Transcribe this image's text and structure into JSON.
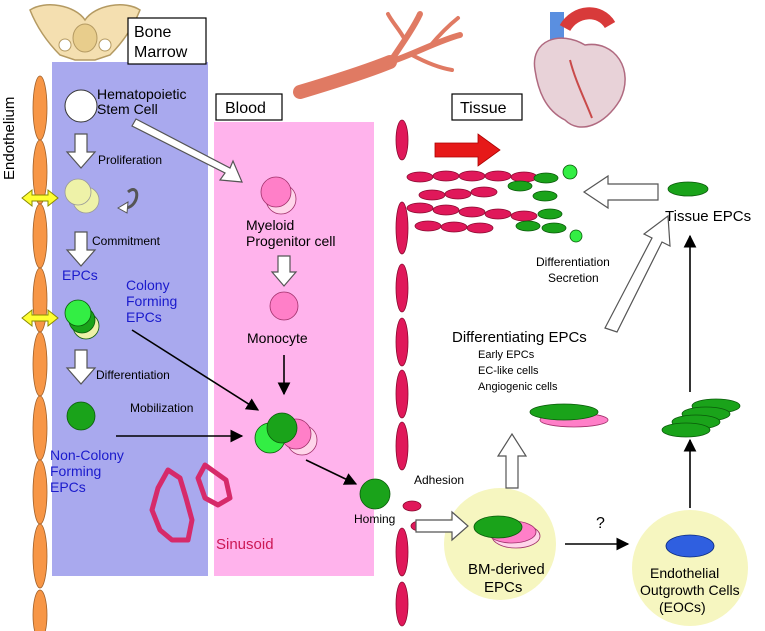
{
  "regions": {
    "endothelium": "Endothelium",
    "bone_marrow_line1": "Bone",
    "bone_marrow_line2": "Marrow",
    "blood": "Blood",
    "tissue": "Tissue",
    "sinusoid": "Sinusoid"
  },
  "marrow": {
    "hsc_line1": "Hematopoietic",
    "hsc_line2": "Stem Cell",
    "proliferation": "Proliferation",
    "commitment": "Commitment",
    "epcs": "EPCs",
    "colony_line1": "Colony",
    "colony_line2": "Forming",
    "colony_line3": "EPCs",
    "differentiation": "Differentiation",
    "mobilization": "Mobilization",
    "noncolony_line1": "Non-Colony",
    "noncolony_line2": "Forming",
    "noncolony_line3": "EPCs"
  },
  "blood": {
    "myeloid_line1": "Myeloid",
    "myeloid_line2": "Progenitor cell",
    "monocyte": "Monocyte",
    "homing": "Homing",
    "adhesion": "Adhesion"
  },
  "tissue": {
    "tissue_epcs": "Tissue EPCs",
    "diff_sec_line1": "Differentiation",
    "diff_sec_line2": "Secretion",
    "differentiating_epcs": "Differentiating EPCs",
    "early_epcs": "Early EPCs",
    "ec_like": "EC-like cells",
    "angiogenic": "Angiogenic cells",
    "bm_derived_line1": "BM-derived",
    "bm_derived_line2": "EPCs",
    "question": "?",
    "eoc_line1": "Endothelial",
    "eoc_line2": "Outgrowth Cells",
    "eoc_line3": "(EOCs)"
  },
  "colors": {
    "marrow_bg": "#a9a9ee",
    "blood_bg": "#ffb3ec",
    "endothelium_cell": "#f79646",
    "vessel_cell": "#e0185a",
    "epc_green": "#1aa31a",
    "bright_green": "#33ee44",
    "pale_yellow": "#eef2a8",
    "pink_cell": "#ff7fc8",
    "circle_yellow": "#f6f6c0",
    "eoc_blue": "#2f5fe0"
  }
}
